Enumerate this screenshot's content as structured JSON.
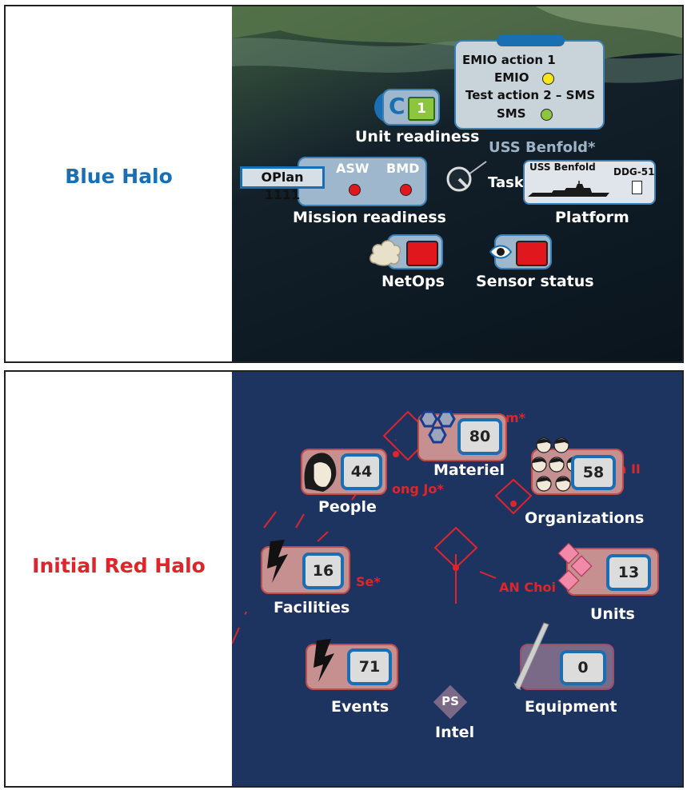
{
  "colors": {
    "blue_title": "#1a6fb3",
    "red_title": "#e0242b",
    "red_bg": "#1d3461"
  },
  "blue_halo": {
    "title": "Blue Halo",
    "emio": {
      "line1": "EMIO action 1",
      "line2": "EMIO",
      "line3": "Test action 2 – SMS",
      "line4": "SMS",
      "icon_names": [
        "yellow-dot",
        "green-dot"
      ]
    },
    "unit_readiness": {
      "value": "1",
      "label": "Unit readiness"
    },
    "ship_name": "USS Benfold*",
    "task_label": "Task",
    "mission": {
      "oplan": "OPlan 1111",
      "asw": "ASW",
      "bmd": "BMD",
      "label": "Mission readiness"
    },
    "platform": {
      "name": "USS Benfold",
      "hull": "DDG-51",
      "label": "Platform"
    },
    "netops": {
      "label": "NetOps"
    },
    "sensor": {
      "label": "Sensor status"
    }
  },
  "red_halo": {
    "title": "Initial Red Halo",
    "materiel": {
      "value": "80",
      "label": "Materiel"
    },
    "people": {
      "value": "44",
      "label": "People"
    },
    "organizations": {
      "value": "58",
      "label": "Organizations"
    },
    "facilities": {
      "value": "16",
      "label": "Facilities"
    },
    "units": {
      "value": "13",
      "label": "Units"
    },
    "events": {
      "value": "71",
      "label": "Events"
    },
    "equipment": {
      "value": "0",
      "label": "Equipment"
    },
    "intel": {
      "badge": "PS",
      "label": "Intel"
    },
    "fragments": {
      "m": "m*",
      "ong": "ong Jo*",
      "n2": "n II",
      "se": "Se*",
      "an": "AN Choi"
    }
  }
}
